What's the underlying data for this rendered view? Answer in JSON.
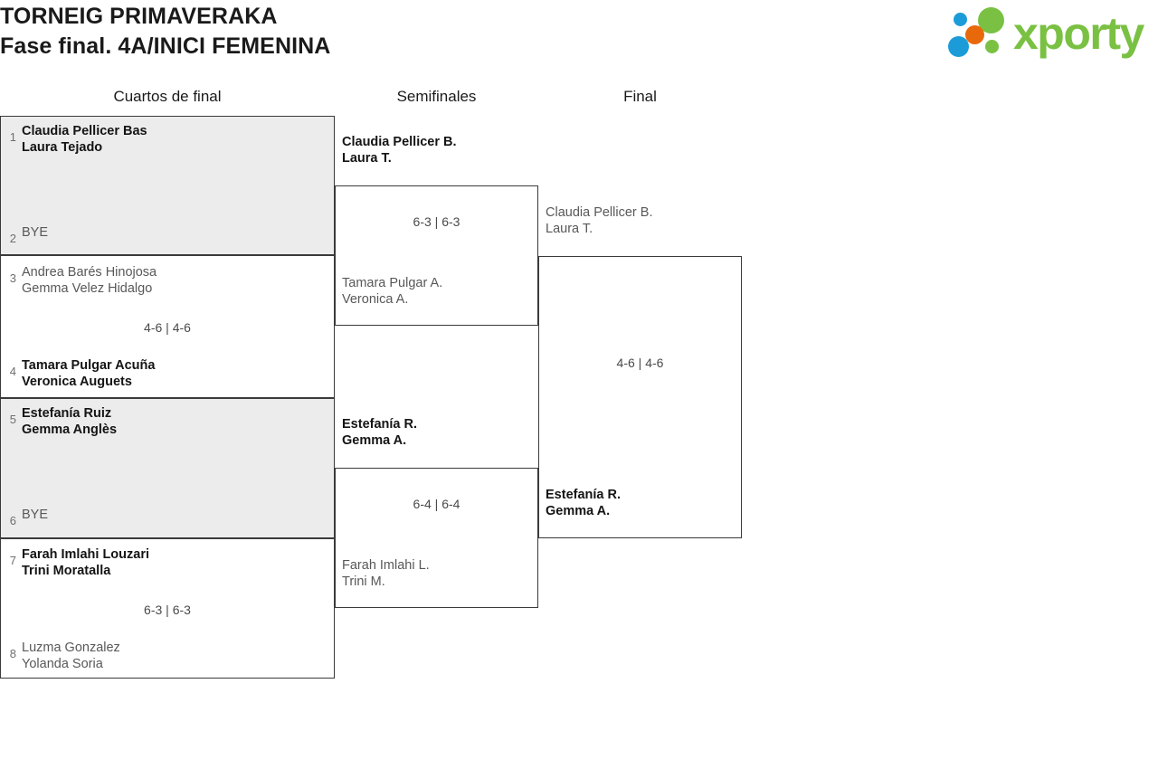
{
  "header": {
    "title_line_1": "TORNEIG PRIMAVERAKA",
    "title_line_2": "Fase final. 4A/INICI FEMENINA",
    "logo_text": "xporty",
    "logo_colors": {
      "green": "#7ac143",
      "blue": "#1b9cd8",
      "orange": "#e8690b"
    }
  },
  "rounds": [
    {
      "key": "qf",
      "label": "Cuartos de final"
    },
    {
      "key": "sf",
      "label": "Semifinales"
    },
    {
      "key": "f",
      "label": "Final"
    }
  ],
  "quarterfinals": [
    {
      "shaded": true,
      "score": "",
      "teams": [
        {
          "seed": "1",
          "p1": "Claudia Pellicer Bas",
          "p2": "Laura Tejado",
          "result": "winner"
        },
        {
          "seed": "2",
          "p1": "BYE",
          "p2": "",
          "result": "bye"
        }
      ]
    },
    {
      "shaded": false,
      "score": "4-6 | 4-6",
      "teams": [
        {
          "seed": "3",
          "p1": "Andrea Barés Hinojosa",
          "p2": "Gemma Velez Hidalgo",
          "result": "loser"
        },
        {
          "seed": "4",
          "p1": "Tamara Pulgar Acuña",
          "p2": "Veronica Auguets",
          "result": "winner"
        }
      ]
    },
    {
      "shaded": true,
      "score": "",
      "teams": [
        {
          "seed": "5",
          "p1": "Estefanía Ruiz",
          "p2": "Gemma Anglès",
          "result": "winner"
        },
        {
          "seed": "6",
          "p1": "BYE",
          "p2": "",
          "result": "bye"
        }
      ]
    },
    {
      "shaded": false,
      "score": "6-3 | 6-3",
      "teams": [
        {
          "seed": "7",
          "p1": "Farah Imlahi Louzari",
          "p2": "Trini Moratalla",
          "result": "winner"
        },
        {
          "seed": "8",
          "p1": "Luzma Gonzalez",
          "p2": "Yolanda Soria",
          "result": "loser"
        }
      ]
    }
  ],
  "semifinals": [
    {
      "score": "6-3 | 6-3",
      "teams": [
        {
          "p1": "Claudia Pellicer B.",
          "p2": "Laura T.",
          "result": "winner"
        },
        {
          "p1": "Tamara Pulgar A.",
          "p2": "Veronica A.",
          "result": "loser"
        }
      ]
    },
    {
      "score": "6-4 | 6-4",
      "teams": [
        {
          "p1": "Estefanía R.",
          "p2": "Gemma A.",
          "result": "winner"
        },
        {
          "p1": "Farah Imlahi L.",
          "p2": "Trini M.",
          "result": "loser"
        }
      ]
    }
  ],
  "final": {
    "score": "4-6 | 4-6",
    "teams": [
      {
        "p1": "Claudia Pellicer B.",
        "p2": "Laura T.",
        "result": "loser"
      },
      {
        "p1": "Estefanía R.",
        "p2": "Gemma A.",
        "result": "winner"
      }
    ]
  }
}
